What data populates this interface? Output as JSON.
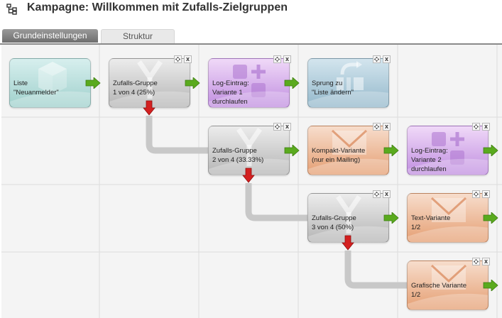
{
  "header": {
    "title": "Kampagne: Willkommen mit Zufalls-Zielgruppen",
    "icon": "tree-structure-icon"
  },
  "tabs": [
    {
      "label": "Grundeinstellungen",
      "active": true
    },
    {
      "label": "Struktur",
      "active": false
    }
  ],
  "nodes": {
    "liste": {
      "lines": [
        "Liste",
        "\"Neuanmelder\""
      ],
      "color": "#a8d6d2",
      "icon": "list-box-icon"
    },
    "zg1": {
      "lines": [
        "Zufalls-Gruppe",
        "1 von 4 (25%)"
      ],
      "color": "#bdbdbd",
      "icon": "split-icon"
    },
    "log1": {
      "lines": [
        "Log-Eintrag:",
        "Variante 1",
        "durchlaufen"
      ],
      "color": "#c896e4",
      "icon": "log-plus-icon"
    },
    "sprung": {
      "lines": [
        "Sprung zu",
        "\"Liste ändern\""
      ],
      "color": "#9cbfd1",
      "icon": "jump-icon"
    },
    "zg2": {
      "lines": [
        "Zufalls-Gruppe",
        "2 von 4 (33.33%)"
      ],
      "color": "#bdbdbd",
      "icon": "split-icon"
    },
    "kompakt": {
      "lines": [
        "Kompakt-Variante",
        "(nur ein Mailing)"
      ],
      "color": "#e9a67a",
      "icon": "envelope-icon"
    },
    "log2": {
      "lines": [
        "Log-Eintrag:",
        "Variante 2",
        "durchlaufen"
      ],
      "color": "#c896e4",
      "icon": "log-plus-icon"
    },
    "zg3": {
      "lines": [
        "Zufalls-Gruppe",
        "3 von 4 (50%)"
      ],
      "color": "#bdbdbd",
      "icon": "split-icon"
    },
    "text": {
      "lines": [
        "Text-Variante",
        "1/2"
      ],
      "color": "#e9a67a",
      "icon": "envelope-icon"
    },
    "grafisch": {
      "lines": [
        "Grafische Variante",
        "1/2"
      ],
      "color": "#e9a67a",
      "icon": "envelope-icon"
    }
  },
  "controls": {
    "close_label": "x"
  },
  "colors": {
    "arrow_green": "#5aaa1e",
    "arrow_red": "#d42020",
    "connector": "#c8c8c8",
    "grid": "#dcdcdc"
  }
}
